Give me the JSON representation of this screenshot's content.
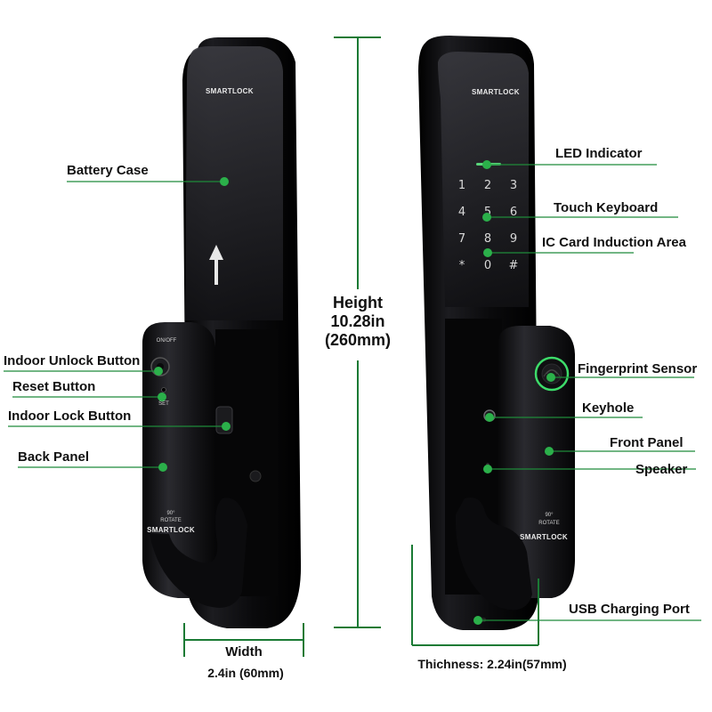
{
  "brand": "SMARTLOCK",
  "back_panel_labels": {
    "on_off": "ON/OFF",
    "set": "SET",
    "rotate_angle": "90°",
    "rotate": "ROTATE",
    "brand": "SMARTLOCK"
  },
  "front_panel_labels": {
    "rotate_angle": "90°",
    "rotate": "ROTATE",
    "brand": "SMARTLOCK"
  },
  "keypad": [
    "1",
    "2",
    "3",
    "4",
    "5",
    "6",
    "7",
    "8",
    "9",
    "*",
    "0",
    "#"
  ],
  "left_callouts": [
    "Battery Case",
    "Indoor Unlock Button",
    "Reset Button",
    "Indoor Lock Button",
    "Back Panel"
  ],
  "right_callouts": [
    "LED Indicator",
    "Touch Keyboard",
    "IC Card Induction Area",
    "Fingerprint Sensor",
    "Keyhole",
    "Front Panel",
    "Speaker",
    "USB Charging Port"
  ],
  "height_dimension": {
    "line1": "Height",
    "line2": "10.28in",
    "line3": "(260mm)"
  },
  "width_dimension": {
    "label": "Width",
    "value": "2.4in (60mm)"
  },
  "thickness_dimension": {
    "label": "Thichness: 2.24in(57mm)"
  },
  "colors": {
    "callout_line": "#1f8a3a",
    "callout_dot": "#2bb04a",
    "dimension_line": "#1a7a34",
    "lock_body": "#0c0c0e",
    "fingerprint_ring": "#3ddc6a"
  }
}
